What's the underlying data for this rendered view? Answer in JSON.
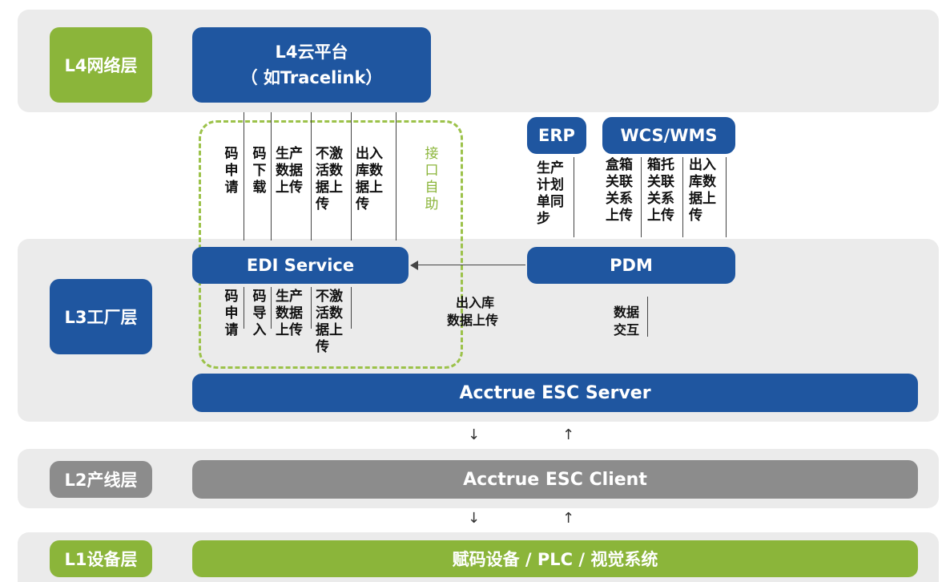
{
  "layers": {
    "l4": "L4网络层",
    "l3": "L3工厂层",
    "l2": "L2产线层",
    "l1": "L1设备层"
  },
  "boxes": {
    "cloud_line1": "L4云平台",
    "cloud_line2": "（ 如Tracelink）",
    "erp": "ERP",
    "wcs": "WCS/WMS",
    "edi": "EDI  Service",
    "pdm": "PDM",
    "esc_server": "Acctrue  ESC  Server",
    "esc_client": "Acctrue  ESC  Client",
    "devices": "赋码设备 / PLC / 视觉系统"
  },
  "labels": {
    "up1": "码申请",
    "up2": "码下载",
    "up3": "生产数据上传",
    "up4": "不激活数据上传",
    "up5": "出入库数据上传",
    "interface": "接口自助",
    "erp_sync": "生产计划单同步",
    "wcs1": "盒箱关联关系上传",
    "wcs2": "箱托关联关系上传",
    "wcs3": "出入库数据上传",
    "dn1": "码申请",
    "dn2": "码导入",
    "dn3": "生产数据上传",
    "dn4": "不激活数据上传",
    "pdm_edi_1": "出入库",
    "pdm_edi_2": "数据上传",
    "pdm_data_1": "数据",
    "pdm_data_2": "交互",
    "arrow_down": "↓",
    "arrow_up": "↑"
  },
  "colors": {
    "blue": "#1f56a0",
    "green": "#8bb53a",
    "gray": "#8c8c8c",
    "band": "#ebebeb",
    "dashed": "#9cc24a"
  }
}
